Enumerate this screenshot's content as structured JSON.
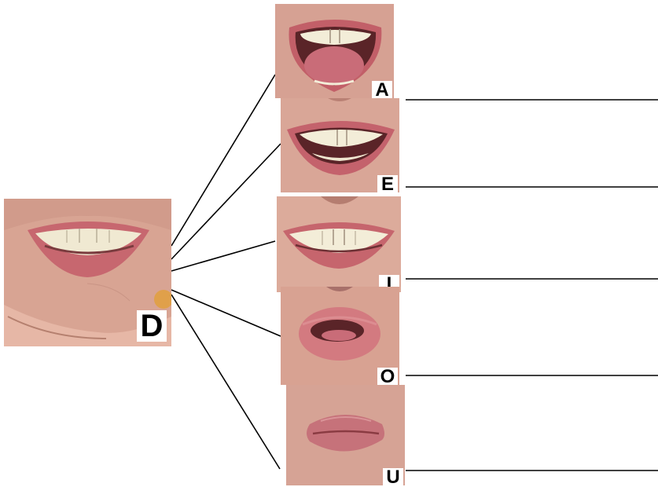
{
  "source": {
    "letter": "D"
  },
  "targets": [
    {
      "letter": "A",
      "mouth": "open-wide"
    },
    {
      "letter": "E",
      "mouth": "smile-teeth"
    },
    {
      "letter": "I",
      "mouth": "smile-closed"
    },
    {
      "letter": "O",
      "mouth": "rounded-open"
    },
    {
      "letter": "U",
      "mouth": "pursed"
    }
  ],
  "colors": {
    "skin": "#d9a79a",
    "lip": "#c2616b",
    "teeth": "#f3edd8",
    "tongue": "#c96c78",
    "mouth_dark": "#5a2428"
  }
}
